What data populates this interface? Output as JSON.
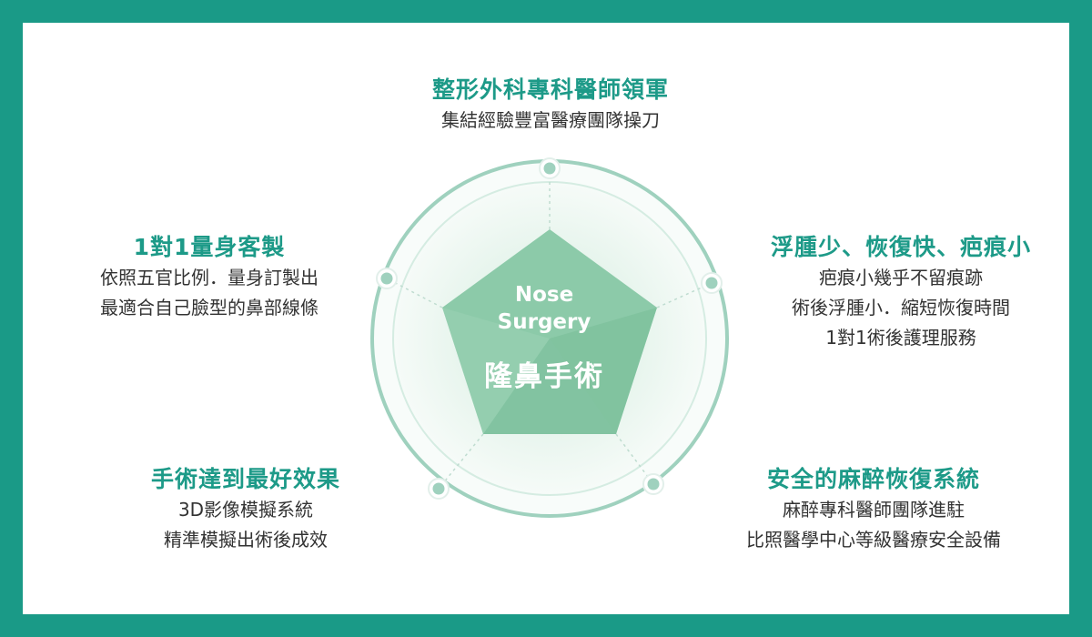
{
  "center": {
    "en_line1": "Nose",
    "en_line2": "Surgery",
    "zh": "隆鼻手術"
  },
  "colors": {
    "frame": "#1a9a87",
    "accent": "#1d9a88",
    "pentagon": "#8ccaa9",
    "circle": "#9fd1be",
    "text": "#333333"
  },
  "features": [
    {
      "title": "整形外科專科醫師領軍",
      "lines": [
        "集結經驗豐富醫療團隊操刀"
      ]
    },
    {
      "title": "1對1量身客製",
      "lines": [
        "依照五官比例．量身訂製出",
        "最適合自己臉型的鼻部線條"
      ]
    },
    {
      "title": "浮腫少、恢復快、疤痕小",
      "lines": [
        "疤痕小幾乎不留痕跡",
        "術後浮腫小．縮短恢復時間",
        "1對1術後護理服務"
      ]
    },
    {
      "title": "手術達到最好效果",
      "lines": [
        "3D影像模擬系統",
        "精準模擬出術後成效"
      ]
    },
    {
      "title": "安全的麻醉恢復系統",
      "lines": [
        "麻醉專科醫師團隊進駐",
        "比照醫學中心等級醫療安全設備"
      ]
    }
  ]
}
